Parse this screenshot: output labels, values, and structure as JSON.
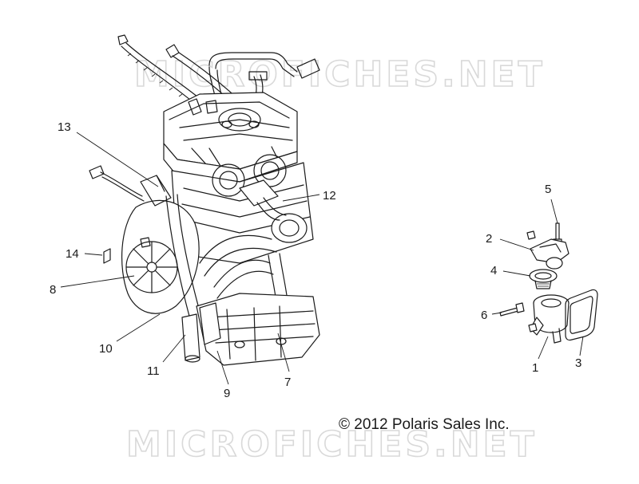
{
  "watermark": {
    "top_text": "MICROFICHES.NET",
    "bottom_text": "MICROFICHES.NET"
  },
  "copyright": "© 2012 Polaris Sales Inc.",
  "callouts": {
    "c1": "1",
    "c2": "2",
    "c3": "3",
    "c4": "4",
    "c5": "5",
    "c6": "6",
    "c7": "7",
    "c8": "8",
    "c9": "9",
    "c10": "10",
    "c11": "11",
    "c12": "12",
    "c13": "13",
    "c14": "14"
  }
}
